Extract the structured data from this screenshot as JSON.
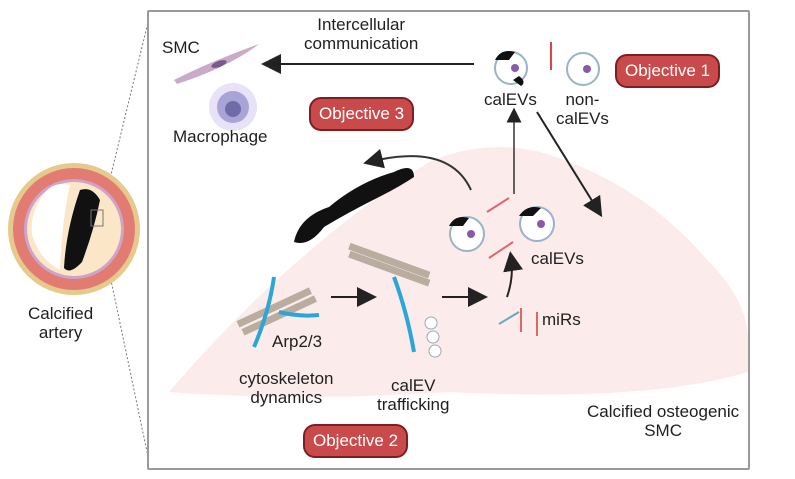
{
  "figure": {
    "left_panel": {
      "artery_label": "Calcified\nartery"
    },
    "labels": {
      "smc": "SMC",
      "macrophage": "Macrophage",
      "intercellular": "Intercellular\ncommunication",
      "calevs_top": "calEVs",
      "non_calevs": "non-\ncalEVs",
      "calevs_mid": "calEVs",
      "mirs": "miRs",
      "arp": "Arp2/3",
      "cytoskeleton": "cytoskeleton\ndynamics",
      "trafficking": "calEV\ntrafficking",
      "osteogenic": "Calcified osteogenic\nSMC"
    },
    "objectives": {
      "obj1": "Objective 1",
      "obj2": "Objective 2",
      "obj3": "Objective 3"
    },
    "colors": {
      "objective_fill": "#c94a4a",
      "objective_border": "#7c1f22",
      "cell_pink": "#fbe9e9",
      "actin_blue": "#2aa7d6",
      "microtubule": "#b9ad9f",
      "calcium": "#111111"
    }
  }
}
